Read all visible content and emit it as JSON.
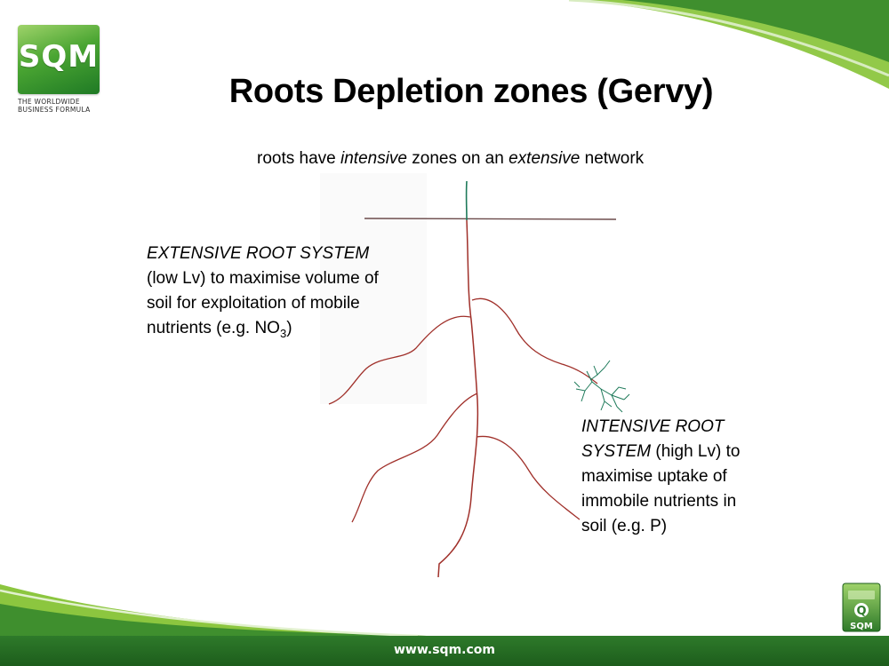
{
  "colors": {
    "brand_green": "#2e7a2a",
    "light_green": "#8cc63f",
    "root_brown": "#a0302a",
    "root_green": "#1e7a5a"
  },
  "logo": {
    "text": "SQM",
    "tagline_1": "THE WORLDWIDE",
    "tagline_2": "BUSINESS FORMULA"
  },
  "slide": {
    "title": "Roots Depletion zones (Gervy)",
    "subtitle": {
      "part1": "roots have ",
      "intensive": "intensive",
      "part2": " zones on an ",
      "extensive": "extensive",
      "part3": " network"
    },
    "extensive": {
      "heading": "EXTENSIVE ROOT SYSTEM",
      "line1": "(low Lv) to maximise volume of",
      "line2": "soil for exploitation of mobile",
      "line3_prefix": "nutrients (e.g. NO",
      "line3_sub": "3",
      "line3_suffix": ")"
    },
    "intensive": {
      "heading_1": "INTENSIVE ROOT",
      "heading_2": "SYSTEM",
      "rest_1": " (high Lv) to",
      "line2": "maximise uptake of",
      "line3": "immobile nutrients in",
      "line4": "soil (e.g. P)"
    }
  },
  "footer": {
    "url": "www.sqm.com",
    "corner_logo_text": "SQM",
    "corner_logo_letter": "Q"
  }
}
